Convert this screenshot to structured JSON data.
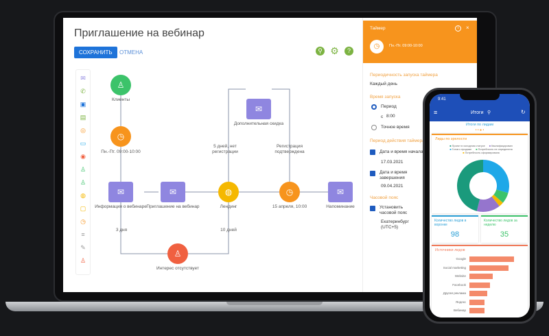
{
  "editor": {
    "title": "Приглашение на вебинар",
    "save": "СОХРАНИТЬ",
    "cancel": "ОТМЕНА",
    "nodes": {
      "clients": "Клиенты",
      "timer1": "Пн.-Пт. 09:00-10:00",
      "info": "Информация о вебинаре",
      "invite": "Приглашение на вебинар",
      "landing": "Лендинг",
      "discount": "Дополнительная скидка",
      "timer2": "15 апреля, 10:00",
      "reminder": "Напоминание",
      "no_interest": "Интерес отсутствует"
    },
    "edges": {
      "no_reg": "5 дней, нет регистрации",
      "reg_ok": "Регистрация подтверждена",
      "d3": "3 дня",
      "d10": "10 дней"
    }
  },
  "panel": {
    "title": "Таймер",
    "subtitle": "Пн.-Пт. 09:00-10:00",
    "freq_label": "Периодичность запуска таймера",
    "freq_value": "Каждый день",
    "time_label": "Время запуска",
    "period": "Период",
    "from": "с",
    "from_value": "8:00",
    "exact": "Точное время",
    "range_label": "Период действия таймера",
    "start_label": "Дата и время начала",
    "start_value": "17.03.2021",
    "end_label": "Дата и время завершения",
    "end_value": "09.04.2021",
    "tz_label": "Часовой пояс",
    "tz_check": "Установить часовой пояс",
    "tz_value": "Екатеринбург (UTC+5)"
  },
  "phone": {
    "time": "9:41",
    "title": "Итоги",
    "dash_title": "Итоги по лидам",
    "donut_title": "Лиды по зрелости",
    "kpi1_label": "Количество лидов в воронке",
    "kpi1_value": "98",
    "kpi2_label": "Количество лидов за неделю",
    "kpi2_value": "35",
    "bars_title": "Источники лидов"
  },
  "chart_data": [
    {
      "type": "pie",
      "title": "Лиды по зрелости",
      "labels": [
        "Проект в холодном статусе",
        "Квалифицирован",
        "Готов к продаже",
        "Потребность не определена",
        "Потребность сформирована"
      ],
      "values": [
        47,
        15,
        30,
        7,
        3
      ],
      "colors": [
        "#1a9a7c",
        "#9575cd",
        "#1ea8e8",
        "#3cc36a",
        "#f5b800"
      ]
    },
    {
      "type": "bar",
      "title": "Источники лидов",
      "categories": [
        "Google",
        "Social marketing",
        "Website",
        "Facebook",
        "Другая реклама",
        "Яндекс",
        "Вебинар"
      ],
      "values": [
        100,
        88,
        52,
        46,
        40,
        34,
        34
      ]
    }
  ]
}
